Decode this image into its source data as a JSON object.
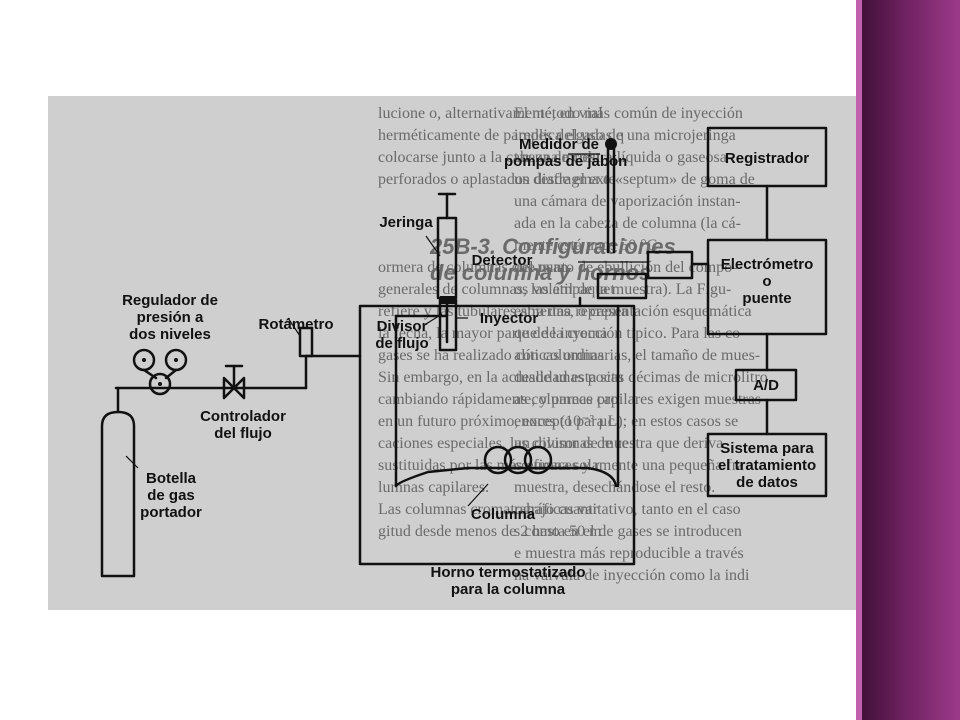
{
  "labels": {
    "medidor": "Medidor de\npompas de jabón",
    "registrador": "Registrador",
    "jeringa": "Jeringa",
    "detector": "Detector",
    "electrometro": "Electrómetro\no\npuente",
    "regulador": "Regulador de\npresión a\ndos niveles",
    "rotametro": "Rotámetro",
    "divisor": "Divisor\nde flujo",
    "inyector": "Inyector",
    "ad": "A/D",
    "controlador": "Controlador\ndel flujo",
    "sistema": "Sistema para\nel tratamiento\nde datos",
    "botella": "Botella\nde gas\nportador",
    "columna": "Columna",
    "horno": "Horno termostatizado\npara la columna"
  },
  "background_text": {
    "left_col": [
      "lucione o, alternativamente, en vial",
      "herméticamente de paredes delgadas q",
      "colocarse junto a la cabeza de colu",
      "perforados o aplastados desde el exte",
      "",
      "",
      "",
      "ormera de columnas que usan",
      "generales de columnas, las empaquet",
      "refiere y las tubulares abiertas, o capila",
      "la fecha, la mayor parte de la croma",
      "gases se ha realizado con columnas",
      "Sin embargo, en la actualidad esta situ",
      "cambiando rápidamente, y parece pro",
      "en un futuro próximo, excepto para c",
      "caciones especiales, las columnas de re",
      "sustituidas por las más eficaces y r",
      "lumnas capilares.",
      "    Las columnas cromatográficas var",
      "gitud desde menos de 2 hasta 50 m"
    ],
    "right_col": [
      "El método más común de inyección",
      "implica el uso de una microjeringa",
      "tar una muestra líquida o gaseosa",
      "un diafragma o «septum» de goma de",
      "una cámara de vaporización instan-",
      "ada en la cabeza de columna (la cá-",
      "mente está unos 50 °C",
      "del punto de ebullición del compo-",
      "os volátil de la muestra). La Figu-",
      "estra una representación esquemática",
      "que de inyección típico. Para las co-",
      "alíticas ordinarias, el tamaño de mues-",
      "desde unas pocas décimas de microlitro",
      "as columnas capilares exigen muestras",
      "enores (10⁻³ µL); en estos casos se",
      "un divisor de muestra que deriva",
      "columna solamente una pequeña fra",
      "muestra, desechándose el resto.",
      "rabajo cuantitativo, tanto en el caso",
      "s como en el de gases se introducen",
      "e muestra más reproducible a través",
      "na válvula de inyección como la indi"
    ],
    "heading_1": "25B-3.  Configuraciones",
    "heading_2": "de columna y hornos"
  }
}
